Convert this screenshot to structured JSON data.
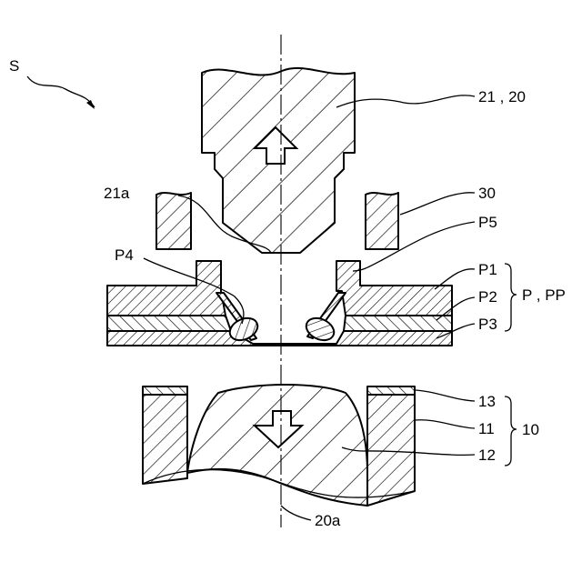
{
  "figure": {
    "reference_sign": "S",
    "labels": {
      "punch": "21 , 20",
      "punch_edge": "21a",
      "stripper": "30",
      "burr_top": "P5",
      "burr_side": "P4",
      "layer1": "P1",
      "layer2": "P2",
      "layer3": "P3",
      "plate_group": "P , PP",
      "die_insert": "13",
      "die_body": "11",
      "die_center": "12",
      "die_group": "10",
      "axis": "20a"
    }
  }
}
